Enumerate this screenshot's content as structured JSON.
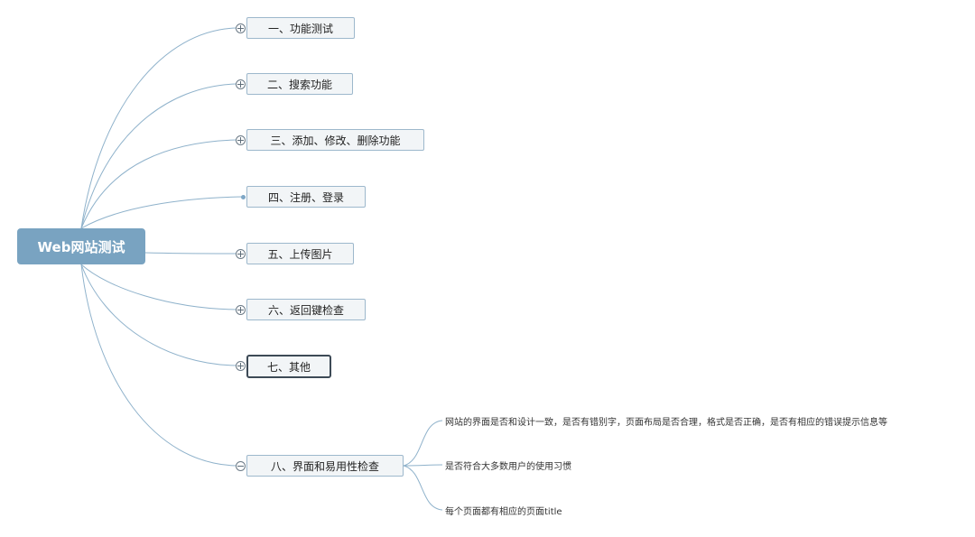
{
  "root": {
    "label": "Web网站测试"
  },
  "branches": [
    {
      "label": "一、功能测试",
      "toggle": "expand"
    },
    {
      "label": "二、搜索功能",
      "toggle": "expand"
    },
    {
      "label": "三、添加、修改、删除功能",
      "toggle": "expand"
    },
    {
      "label": "四、注册、登录",
      "toggle": "none"
    },
    {
      "label": "五、上传图片",
      "toggle": "expand"
    },
    {
      "label": "六、返回键检查",
      "toggle": "expand"
    },
    {
      "label": "七、其他",
      "toggle": "expand",
      "selected": true
    },
    {
      "label": "八、界面和易用性检查",
      "toggle": "collapse",
      "children": [
        {
          "label": "网站的界面是否和设计一致，是否有错别字，页面布局是否合理，格式是否正确，是否有相应的错误提示信息等"
        },
        {
          "label": "是否符合大多数用户的使用习惯"
        },
        {
          "label": "每个页面都有相应的页面title"
        }
      ]
    }
  ],
  "colors": {
    "root_fill": "#79a3c1",
    "topic_fill": "#f2f5f7",
    "topic_border": "#9db8cc",
    "connector": "#8fb2cb",
    "selected_border": "#3d4a56"
  },
  "icons": {
    "expand": "plus-circle-icon",
    "collapse": "minus-circle-icon",
    "none": "branch-dot-icon"
  }
}
